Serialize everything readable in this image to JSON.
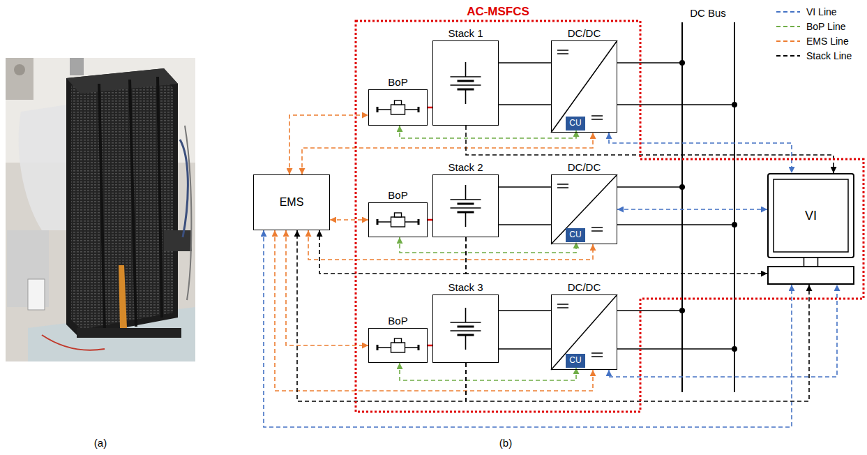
{
  "diagram": {
    "nodes": [
      {
        "text": [
          "EMS"
        ]
      },
      {
        "text": [
          "AC-MSFCS"
        ]
      },
      {
        "text": [
          "BoP"
        ],
        "in": 1
      },
      {
        "text": [
          "Stack 1"
        ],
        "in": 1
      },
      {
        "text": [
          "DC/DC"
        ],
        "in": 1
      },
      {
        "text": [
          "CU"
        ],
        "in": 4
      },
      {
        "text": [
          "BoP"
        ],
        "in": 1
      },
      {
        "text": [
          "Stack 2"
        ],
        "in": 1
      },
      {
        "text": [
          "DC/DC"
        ],
        "in": 1
      },
      {
        "text": [
          "CU"
        ],
        "in": 8
      },
      {
        "text": [
          "BoP"
        ],
        "in": 1
      },
      {
        "text": [
          "Stack 3"
        ],
        "in": 1
      },
      {
        "text": [
          "DC/DC"
        ],
        "in": 1
      },
      {
        "text": [
          "CU"
        ],
        "in": 12
      },
      {
        "text": [
          "VI"
        ],
        "in": 1
      }
    ],
    "edges": [
      {
        "from": 0,
        "to": 2,
        "arrow": "both"
      },
      {
        "from": 0,
        "to": 4,
        "arrow": "both"
      },
      {
        "from": 0,
        "to": 6,
        "arrow": "both"
      },
      {
        "from": 0,
        "to": 8,
        "arrow": "both"
      },
      {
        "from": 0,
        "to": 10,
        "arrow": "both"
      },
      {
        "from": 0,
        "to": 12,
        "arrow": "both"
      },
      {
        "from": 2,
        "to": 5,
        "arrow": "both"
      },
      {
        "from": 6,
        "to": 9,
        "arrow": "both"
      },
      {
        "from": 10,
        "to": 13,
        "arrow": "both"
      },
      {
        "from": 4,
        "to": 14,
        "arrow": "both"
      },
      {
        "from": 8,
        "to": 14,
        "arrow": "both"
      },
      {
        "from": 12,
        "to": 14,
        "arrow": "both"
      },
      {
        "from": 0,
        "to": 14,
        "arrow": "both"
      },
      {
        "from": 3,
        "to": 14,
        "arrow": "to"
      },
      {
        "from": 7,
        "to": 0,
        "arrow": "to"
      },
      {
        "from": 7,
        "to": 14,
        "arrow": "to"
      },
      {
        "from": 11,
        "to": 0,
        "arrow": "to"
      },
      {
        "from": 11,
        "to": 14,
        "arrow": "to"
      }
    ],
    "labels": [
      "DC Bus",
      "(a)",
      "(b)"
    ],
    "legend": [
      {
        "text": "VI Line"
      },
      {
        "text": "BoP Line"
      },
      {
        "text": "EMS Line"
      },
      {
        "text": "Stack Line"
      }
    ]
  }
}
